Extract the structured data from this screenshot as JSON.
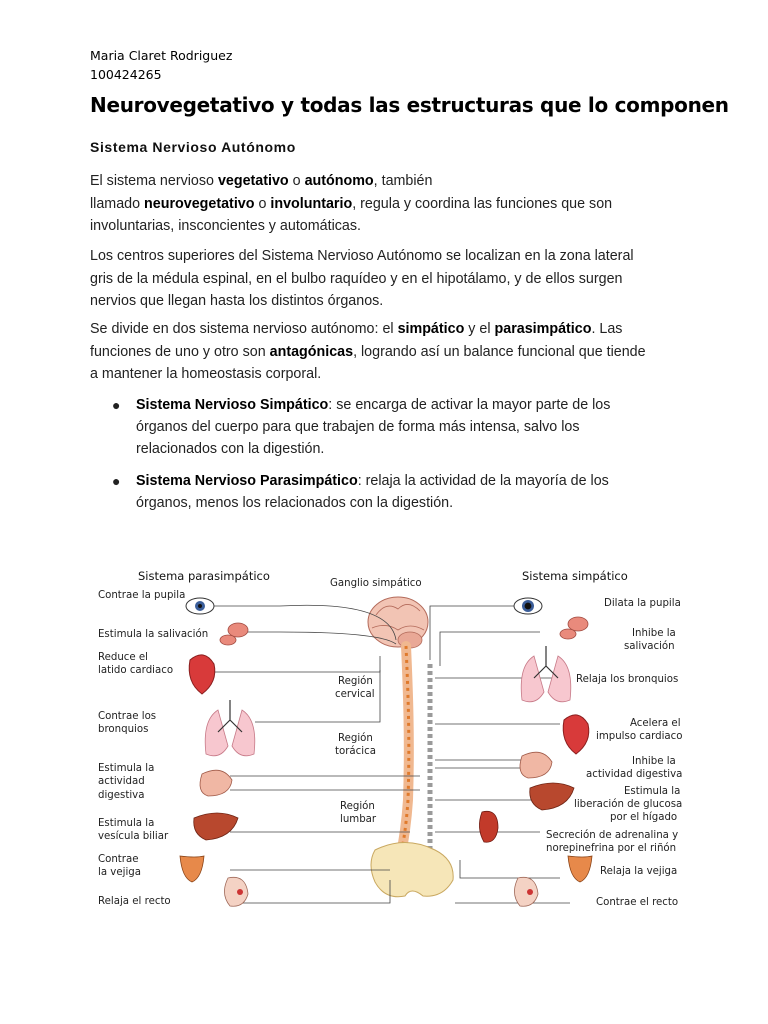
{
  "author": {
    "name": "Maria Claret Rodriguez",
    "id": "100424265"
  },
  "title": "Neurovegetativo y todas las estructuras que lo componen",
  "subtitle": "Sistema Nervioso Autónomo",
  "p1": {
    "a": "El sistema nervioso ",
    "b": "vegetativo",
    "c": " o ",
    "d": "autónomo",
    "e": ", también",
    "f": "llamado ",
    "g": "neurovegetativo",
    "h": " o ",
    "i": "involuntario",
    "j": ", regula y coordina las funciones que son",
    "k": "involuntarias, insconcientes y automáticas."
  },
  "p2": {
    "l1": "Los centros superiores del Sistema Nervioso Autónomo se localizan en la zona lateral",
    "l2": "gris de la médula espinal, en el bulbo raquídeo y en el hipotálamo, y de ellos surgen",
    "l3": "nervios que llegan hasta los distintos órganos."
  },
  "p3": {
    "a": "Se divide en dos sistema nervioso autónomo: el ",
    "b": "simpático",
    "c": " y el ",
    "d": "parasimpático",
    "e": ". Las",
    "f": "funciones de uno y otro son ",
    "g": "antagónicas",
    "h": ", logrando así un balance funcional que tiende",
    "i": "a mantener la homeostasis corporal."
  },
  "bullets": [
    {
      "bold": "Sistema Nervioso Simpático",
      "l1": ": se encarga de activar la mayor parte de los",
      "l2": "órganos del cuerpo para que trabajen de forma más intensa, salvo los",
      "l3": "relacionados con la digestión."
    },
    {
      "bold": "Sistema Nervioso Parasimpático",
      "l1": ": relaja la actividad de la mayoría de los",
      "l2": "órganos, menos los relacionados con la digestión.",
      "l3": ""
    }
  ],
  "diagram": {
    "para_header": "Sistema parasimpático",
    "simp_header": "Sistema simpático",
    "ganglio": "Ganglio simpático",
    "region_cervical": [
      "Región",
      "cervical"
    ],
    "region_toracica": [
      "Región",
      "torácica"
    ],
    "region_lumbar": [
      "Región",
      "lumbar"
    ],
    "left_labels": [
      [
        "Contrae la pupila"
      ],
      [
        "Estimula la salivación"
      ],
      [
        "Reduce el",
        "latido cardiaco"
      ],
      [
        "Contrae los",
        "bronquios"
      ],
      [
        "Estimula la",
        "actividad",
        "digestiva"
      ],
      [
        "Estimula la",
        "vesícula biliar"
      ],
      [
        "Contrae",
        "la vejiga"
      ],
      [
        "Relaja el recto"
      ]
    ],
    "right_labels": [
      [
        "Dilata la pupila"
      ],
      [
        "Inhibe la",
        "salivación"
      ],
      [
        "Relaja los bronquios"
      ],
      [
        "Acelera el",
        "impulso cardiaco"
      ],
      [
        "Inhibe la",
        "actividad digestiva"
      ],
      [
        "Estimula la",
        "liberación de glucosa",
        "por el hígado"
      ],
      [
        "Secreción de adrenalina y",
        "norepinefrina por el riñón"
      ],
      [
        "Relaja la vejiga"
      ],
      [
        "Contrae el recto"
      ]
    ]
  }
}
